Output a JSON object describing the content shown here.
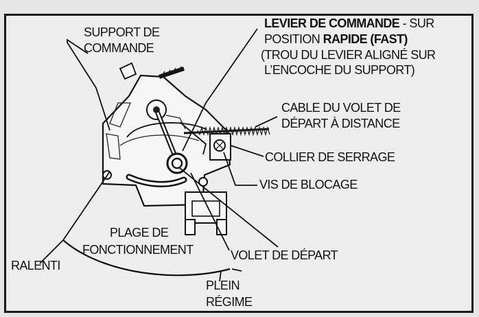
{
  "labels": {
    "support_commande": [
      "SUPPORT DE",
      "COMMANDE"
    ],
    "levier_prefix": "LEVIER DE COMMANDE",
    "levier_suffix": " - SUR",
    "position_prefix": "POSITION ",
    "position_bold": "RAPIDE (FAST)",
    "trou_line": "(TROU DU LEVIER ALIGNÉ SUR",
    "encoche_line": "L’ENCOCHE DU SUPPORT)",
    "cable_volet": [
      "CABLE DU VOLET DE",
      "DÉPART À DISTANCE"
    ],
    "collier": "COLLIER DE SERRAGE",
    "vis_blocage": "VIS DE BLOCAGE",
    "plage": [
      "PLAGE DE",
      "FONCTIONNEMENT"
    ],
    "ralenti": "RALENTI",
    "volet_depart": "VOLET DE DÉPART",
    "plein_regime": [
      "PLEIN",
      "RÉGIME"
    ]
  },
  "colors": {
    "ink": "#111111",
    "paper": "#eeeeee",
    "border": "#1a1a1a"
  }
}
